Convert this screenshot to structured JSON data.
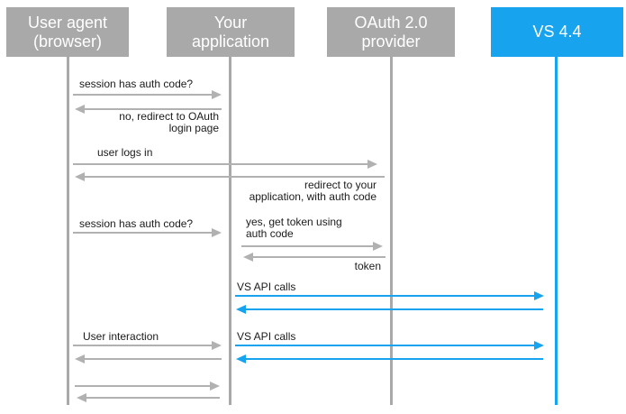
{
  "diagram": {
    "type": "sequence-diagram",
    "colors": {
      "background": "#ffffff",
      "actor_gray": "#a9a9a9",
      "accent_blue": "#18a3ee",
      "arrow_gray": "#b1b1b1",
      "lifeline_gray": "#a9a9a9",
      "label_text": "#1b1b1b",
      "actor_text": "#ffffff"
    },
    "actors": [
      {
        "id": "user-agent",
        "label": "User agent\n(browser)",
        "variant": "gray"
      },
      {
        "id": "application",
        "label": "Your\napplication",
        "variant": "gray"
      },
      {
        "id": "oauth-provider",
        "label": "OAuth 2.0\nprovider",
        "variant": "gray"
      },
      {
        "id": "vs",
        "label": "VS 4.4",
        "variant": "blue"
      }
    ],
    "messages": [
      {
        "label": "session has auth code?",
        "from": "user-agent",
        "to": "application",
        "variant": "gray"
      },
      {
        "label": "no, redirect to OAuth\nlogin page",
        "from": "application",
        "to": "user-agent",
        "variant": "gray"
      },
      {
        "label": "user logs in",
        "from": "user-agent",
        "to": "oauth-provider",
        "variant": "gray"
      },
      {
        "label": "redirect to your\napplication, with auth code",
        "from": "oauth-provider",
        "to": "user-agent",
        "variant": "gray"
      },
      {
        "label": "session has auth code?",
        "from": "user-agent",
        "to": "application",
        "variant": "gray"
      },
      {
        "label": "yes, get token using\nauth code",
        "from": "application",
        "to": "oauth-provider",
        "variant": "gray"
      },
      {
        "label": "token",
        "from": "oauth-provider",
        "to": "application",
        "variant": "gray"
      },
      {
        "label": "VS API calls",
        "from": "application",
        "to": "vs",
        "variant": "blue"
      },
      {
        "label": "",
        "from": "vs",
        "to": "application",
        "variant": "blue"
      },
      {
        "label": "User interaction",
        "from": "user-agent",
        "to": "application",
        "variant": "gray"
      },
      {
        "label": "VS API calls",
        "from": "application",
        "to": "vs",
        "variant": "blue"
      },
      {
        "label": "",
        "from": "application",
        "to": "user-agent",
        "variant": "gray"
      },
      {
        "label": "",
        "from": "vs",
        "to": "application",
        "variant": "blue"
      },
      {
        "label": "",
        "from": "user-agent",
        "to": "application",
        "variant": "gray"
      },
      {
        "label": "",
        "from": "application",
        "to": "user-agent",
        "variant": "gray"
      }
    ]
  }
}
